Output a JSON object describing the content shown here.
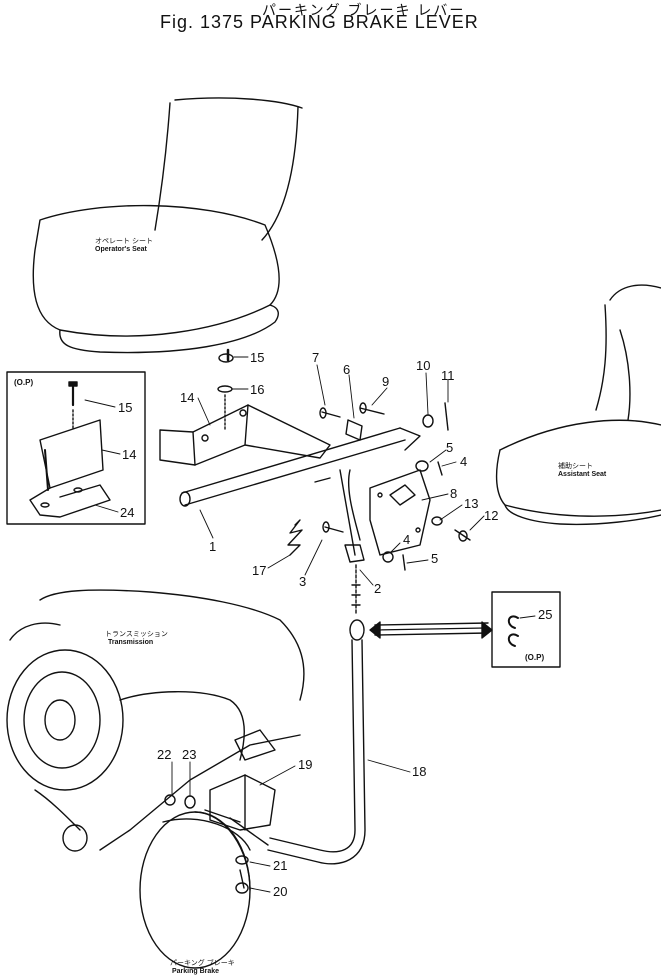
{
  "header": {
    "japanese_title": "パーキング ブレーキ レバー",
    "figure_title": "Fig. 1375  PARKING BRAKE LEVER"
  },
  "labels": {
    "operator_seat_jp": "オペレート シート",
    "operator_seat_en": "Operator's Seat",
    "assistant_seat_jp": "補助シート",
    "assistant_seat_en": "Assistant Seat",
    "transmission_jp": "トランスミッション",
    "transmission_en": "Transmission",
    "parking_brake_jp": "パーキング ブレーキ",
    "parking_brake_en": "Parking Brake",
    "op_left": "(O.P)",
    "op_right": "(O.P)"
  },
  "callouts": [
    "15",
    "16",
    "14",
    "15",
    "14",
    "24",
    "7",
    "6",
    "9",
    "10",
    "11",
    "5",
    "4",
    "8",
    "13",
    "12",
    "4",
    "5",
    "1",
    "17",
    "3",
    "2",
    "25",
    "19",
    "18",
    "22",
    "23",
    "21",
    "20"
  ]
}
